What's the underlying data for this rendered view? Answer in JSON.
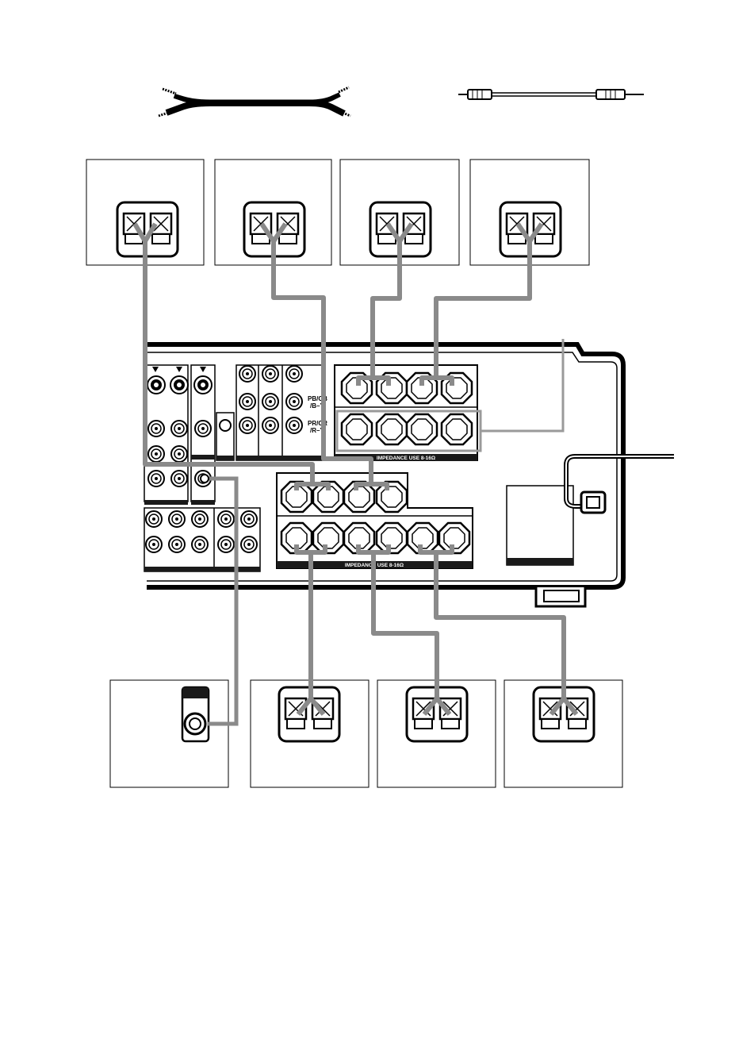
{
  "panel": {
    "label_pb": "PB/CB",
    "label_pb_sub": "/B–Y",
    "label_pr": "PR/CR",
    "label_pr_sub": "/R–Y",
    "impedance_upper": "IMPEDANCE USE 8-16Ω",
    "impedance_lower": "IMPEDANCE USE 8-16Ω"
  },
  "colors": {
    "wire": "#8a8a8a",
    "outline": "#000000",
    "bar": "#1a1a1a"
  },
  "icons": {
    "speaker_cord": "speaker-cord-icon",
    "audio_cord": "audio-cord-icon",
    "speaker_terminal": "speaker-terminal-icon",
    "power_cord": "power-cord-icon"
  }
}
